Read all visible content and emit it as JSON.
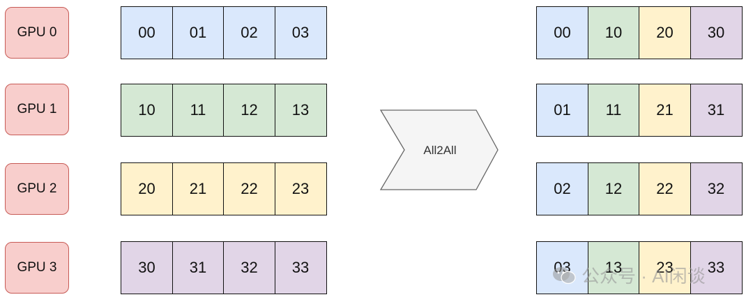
{
  "gpus": [
    "GPU 0",
    "GPU 1",
    "GPU 2",
    "GPU 3"
  ],
  "input_rows": [
    [
      "00",
      "01",
      "02",
      "03"
    ],
    [
      "10",
      "11",
      "12",
      "13"
    ],
    [
      "20",
      "21",
      "22",
      "23"
    ],
    [
      "30",
      "31",
      "32",
      "33"
    ]
  ],
  "output_rows": [
    [
      "00",
      "10",
      "20",
      "30"
    ],
    [
      "01",
      "11",
      "21",
      "31"
    ],
    [
      "02",
      "12",
      "22",
      "32"
    ],
    [
      "03",
      "13",
      "23",
      "33"
    ]
  ],
  "operation": "All2All",
  "watermark": "公众号 · AI闲谈",
  "colors": {
    "gpu_fill": "#f8cecc",
    "gpu_border": "#c75a55",
    "blue": "#dae8fc",
    "green": "#d5e8d4",
    "yellow": "#fff2cc",
    "purple": "#e1d5e7",
    "arrow_fill": "#f5f5f5"
  },
  "icons": {
    "watermark": "wechat-icon"
  }
}
